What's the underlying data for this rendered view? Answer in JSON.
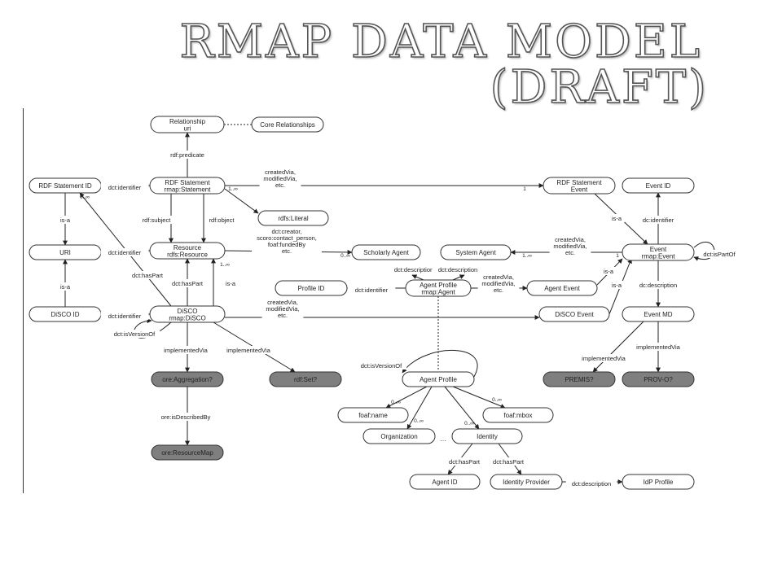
{
  "slide": {
    "title_line1": "RMap Data Model",
    "title_line2": "(Draft)"
  },
  "nodes": [
    {
      "id": "relationship_uri",
      "lines": [
        "Relationship",
        "uri"
      ],
      "fill": "#ffffff"
    },
    {
      "id": "core_relationships",
      "lines": [
        "Core Relationships"
      ],
      "fill": "#ffffff"
    },
    {
      "id": "rdf_statement_id",
      "lines": [
        "RDF Statement ID"
      ],
      "fill": "#ffffff"
    },
    {
      "id": "rdf_statement",
      "lines": [
        "RDF Statement",
        "rmap:Statement"
      ],
      "fill": "#ffffff"
    },
    {
      "id": "rdf_statement_event",
      "lines": [
        "RDF Statement",
        "Event"
      ],
      "fill": "#ffffff"
    },
    {
      "id": "event_id",
      "lines": [
        "Event ID"
      ],
      "fill": "#ffffff"
    },
    {
      "id": "rdfs_literal",
      "lines": [
        "rdfs:Literal"
      ],
      "fill": "#ffffff"
    },
    {
      "id": "uri",
      "lines": [
        "URI"
      ],
      "fill": "#ffffff"
    },
    {
      "id": "resource",
      "lines": [
        "Resource",
        "rdfs:Resource"
      ],
      "fill": "#ffffff"
    },
    {
      "id": "scholarly_agent",
      "lines": [
        "Scholarly Agent"
      ],
      "fill": "#ffffff"
    },
    {
      "id": "system_agent",
      "lines": [
        "System Agent"
      ],
      "fill": "#ffffff"
    },
    {
      "id": "event",
      "lines": [
        "Event",
        "rmap:Event"
      ],
      "fill": "#ffffff"
    },
    {
      "id": "profile_id",
      "lines": [
        "Profile ID"
      ],
      "fill": "#ffffff"
    },
    {
      "id": "agent_profile_rmap",
      "lines": [
        "Agent Profile",
        "rmap:Agent"
      ],
      "fill": "#ffffff"
    },
    {
      "id": "agent_event",
      "lines": [
        "Agent Event"
      ],
      "fill": "#ffffff"
    },
    {
      "id": "disco_id",
      "lines": [
        "DiSCO ID"
      ],
      "fill": "#ffffff"
    },
    {
      "id": "disco",
      "lines": [
        "DiSCO",
        "rmap:DiSCO"
      ],
      "fill": "#ffffff"
    },
    {
      "id": "disco_event",
      "lines": [
        "DiSCO Event"
      ],
      "fill": "#ffffff"
    },
    {
      "id": "event_md",
      "lines": [
        "Event MD"
      ],
      "fill": "#ffffff"
    },
    {
      "id": "ore_aggregation",
      "lines": [
        "ore:Aggregation?"
      ],
      "fill": "#7f7f7f"
    },
    {
      "id": "rdf_set",
      "lines": [
        "rdf:Set?"
      ],
      "fill": "#7f7f7f"
    },
    {
      "id": "premis",
      "lines": [
        "PREMIS?"
      ],
      "fill": "#7f7f7f"
    },
    {
      "id": "prov_o",
      "lines": [
        "PROV-O?"
      ],
      "fill": "#7f7f7f"
    },
    {
      "id": "agent_profile",
      "lines": [
        "Agent Profile"
      ],
      "fill": "#ffffff"
    },
    {
      "id": "foaf_name",
      "lines": [
        "foaf:name"
      ],
      "fill": "#ffffff"
    },
    {
      "id": "foaf_mbox",
      "lines": [
        "foaf:mbox"
      ],
      "fill": "#ffffff"
    },
    {
      "id": "organization",
      "lines": [
        "Organization"
      ],
      "fill": "#ffffff"
    },
    {
      "id": "identity",
      "lines": [
        "Identity"
      ],
      "fill": "#ffffff"
    },
    {
      "id": "ore_resourcemap",
      "lines": [
        "ore:ResourceMap"
      ],
      "fill": "#7f7f7f"
    },
    {
      "id": "agent_id",
      "lines": [
        "Agent ID"
      ],
      "fill": "#ffffff"
    },
    {
      "id": "identity_provider",
      "lines": [
        "Identity Provider"
      ],
      "fill": "#ffffff"
    },
    {
      "id": "idp_profile",
      "lines": [
        "IdP Profile"
      ],
      "fill": "#ffffff"
    }
  ],
  "edge_labels": [
    {
      "id": "rdf_predicate",
      "lines": [
        "rdf:predicate"
      ]
    },
    {
      "id": "dct_identifier_stmt",
      "lines": [
        "dct:identifier"
      ]
    },
    {
      "id": "created_via_stmt",
      "lines": [
        "createdVia,",
        "modifiedVia,",
        "etc."
      ]
    },
    {
      "id": "is_a_stmt_event",
      "lines": [
        "is-a"
      ]
    },
    {
      "id": "dc_identifier_event",
      "lines": [
        "dc:identifier"
      ]
    },
    {
      "id": "rdf_subject",
      "lines": [
        "rdf:subject"
      ]
    },
    {
      "id": "rdf_object",
      "lines": [
        "rdf:object"
      ]
    },
    {
      "id": "is_a_uri",
      "lines": [
        "is-a"
      ]
    },
    {
      "id": "dct_identifier_res",
      "lines": [
        "dct:identifier"
      ]
    },
    {
      "id": "dct_creator",
      "lines": [
        "dct:creator,",
        "scoro:contact_person,",
        "foaf:fundedBy",
        "etc."
      ]
    },
    {
      "id": "created_via_sys",
      "lines": [
        "createdVia,",
        "modifiedVia,",
        "etc."
      ]
    },
    {
      "id": "dct_is_part_of",
      "lines": [
        "dct:isPartOf"
      ]
    },
    {
      "id": "dct_has_part_left",
      "lines": [
        "dct:hasPart"
      ]
    },
    {
      "id": "dct_description_a",
      "lines": [
        "dct:description"
      ]
    },
    {
      "id": "dct_description_b",
      "lines": [
        "dct:description"
      ]
    },
    {
      "id": "dct_has_part_mid",
      "lines": [
        "dct:hasPart"
      ]
    },
    {
      "id": "is_a_res",
      "lines": [
        "is-a"
      ]
    },
    {
      "id": "dct_identifier_profile",
      "lines": [
        "dct:identifier"
      ]
    },
    {
      "id": "created_via_agent",
      "lines": [
        "createdVia,",
        "modifiedVia,",
        "etc."
      ]
    },
    {
      "id": "is_a_agent_event",
      "lines": [
        "is-a"
      ]
    },
    {
      "id": "is_a_disco_event",
      "lines": [
        "is-a"
      ]
    },
    {
      "id": "dc_description_event",
      "lines": [
        "dc:description"
      ]
    },
    {
      "id": "is_a_disco_uri",
      "lines": [
        "is-a"
      ]
    },
    {
      "id": "dct_identifier_disco",
      "lines": [
        "dct:identifier"
      ]
    },
    {
      "id": "created_via_disco",
      "lines": [
        "createdVia,",
        "modifiedVia,",
        "etc."
      ]
    },
    {
      "id": "dct_is_version_of",
      "lines": [
        "dct:isVersionOf"
      ]
    },
    {
      "id": "implemented_via_agg",
      "lines": [
        "implementedVia"
      ]
    },
    {
      "id": "implemented_via_set",
      "lines": [
        "implementedVia"
      ]
    },
    {
      "id": "implemented_via_premis",
      "lines": [
        "implementedVia"
      ]
    },
    {
      "id": "implemented_via_prov",
      "lines": [
        "implementedVia"
      ]
    },
    {
      "id": "dct_is_version_of_agent",
      "lines": [
        "dct:isVersionOf"
      ]
    },
    {
      "id": "ore_is_described_by",
      "lines": [
        "ore:isDescribedBy"
      ]
    },
    {
      "id": "ellipsis",
      "lines": [
        "…"
      ]
    },
    {
      "id": "dct_has_part_agent_id",
      "lines": [
        "dct:hasPart"
      ]
    },
    {
      "id": "dct_has_part_idp",
      "lines": [
        "dct:hasPart"
      ]
    },
    {
      "id": "dct_description_idp",
      "lines": [
        "dct:description"
      ]
    }
  ],
  "multiplicities": [
    {
      "id": "m_stmt_id",
      "text": "0..∞"
    },
    {
      "id": "m_stmt_created",
      "text": "1..∞"
    },
    {
      "id": "m_stmt_event",
      "text": "1"
    },
    {
      "id": "m_res_stmt",
      "text": "1..∞"
    },
    {
      "id": "m_scholarly",
      "text": "0..∞"
    },
    {
      "id": "m_sys_agent",
      "text": "1..∞"
    },
    {
      "id": "m_event_sys",
      "text": "1"
    },
    {
      "id": "m_foaf_name",
      "text": "0..∞"
    },
    {
      "id": "m_foaf_mbox",
      "text": "0..∞"
    },
    {
      "id": "m_organization",
      "text": "0..∞"
    },
    {
      "id": "m_identity",
      "text": "0..∞"
    }
  ]
}
